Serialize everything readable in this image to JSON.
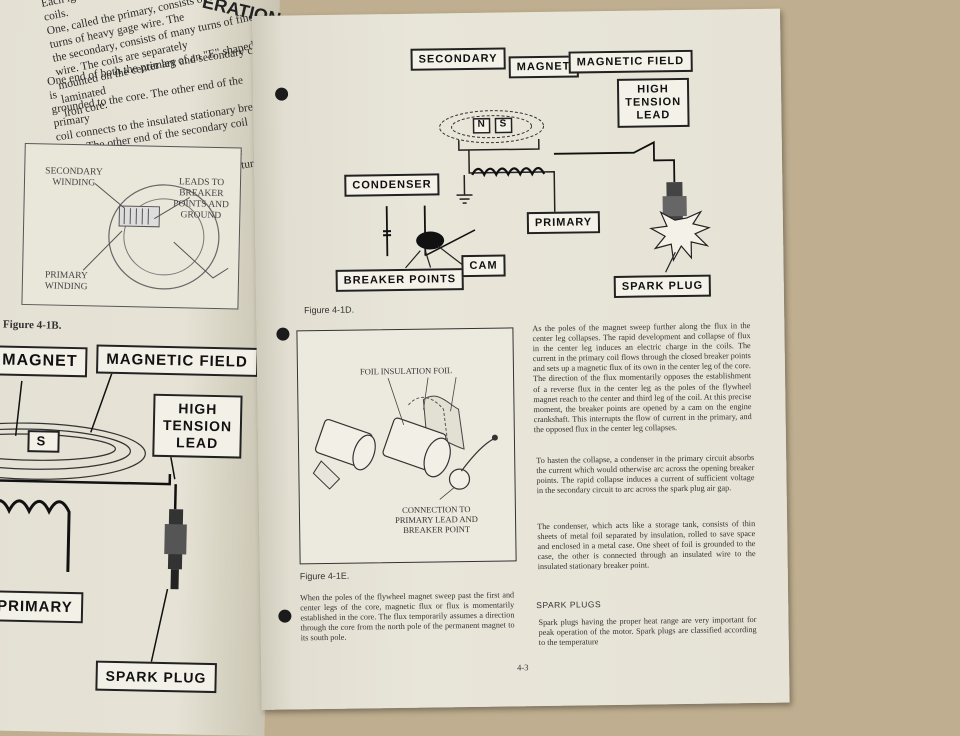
{
  "left_page": {
    "title": "ERATION",
    "text_top": "Each ignition coil actually consists of two coils.\nOne, called the primary, consists of a few\nturns of heavy gage wire. The\nthe secondary, consists of many turns of fine\nwire. The coils are separately\nmounted on the center leg of an \"E\" shaped laminated\niron core.",
    "text_mid": "One end of both the primary and secondary coils is\ngrounded to the core. The other end of the primary\ncoil connects to the insulated stationary breaker\npoint. The other end of the secondary coil connects\nto the spark plug. The coil core and one\nbreaker point are grounded to the armature plate.",
    "sketch_labels": {
      "secondary": "SECONDARY\nWINDING",
      "leads": "LEADS TO BREAKER\nPOINTS AND GROUND",
      "primary": "PRIMARY\nWINDING"
    },
    "figure_caption": "Figure 4-1B.",
    "labels": {
      "magnet": "MAGNET",
      "magnetic_field": "MAGNETIC FIELD",
      "high_tension_lead": "HIGH\nTENSION\nLEAD",
      "s": "S",
      "primary": "PRIMARY",
      "spark_plug": "SPARK PLUG"
    }
  },
  "right_page": {
    "labels": {
      "secondary": "SECONDARY",
      "magnet": "MAGNET",
      "magnetic_field": "MAGNETIC FIELD",
      "high_tension_lead": "HIGH\nTENSION\nLEAD",
      "condenser": "CONDENSER",
      "primary": "PRIMARY",
      "breaker_points": "BREAKER POINTS",
      "cam": "CAM",
      "spark_plug": "SPARK PLUG",
      "n": "N",
      "s": "S"
    },
    "figure_d_caption": "Figure 4-1D.",
    "figure_e_caption": "Figure 4-1E.",
    "figure_e_labels": {
      "foil_insulation_foil": "FOIL INSULATION FOIL",
      "connection": "CONNECTION TO\nPRIMARY LEAD AND\nBREAKER POINT"
    },
    "para_1": "As the poles of the magnet sweep further along the flux in the center leg collapses. The rapid development and collapse of flux in the center leg induces an electric charge in the coils. The current in the primary coil flows through the closed breaker points and sets up a magnetic flux of its own in the center leg of the core. The direction of the flux momentarily opposes the establishment of a reverse flux in the center leg as the poles of the flywheel magnet reach to the center and third leg of the coil. At this precise moment, the breaker points are opened by a cam on the engine crankshaft. This interrupts the flow of current in the primary, and the opposed flux in the center leg collapses.",
    "para_2": "To hasten the collapse, a condenser in the primary circuit absorbs the current which would otherwise arc across the opening breaker points. The rapid collapse induces a current of sufficient voltage in the secondary circuit to arc across the spark plug air gap.",
    "para_3": "The condenser, which acts like a storage tank, consists of thin sheets of metal foil separated by insulation, rolled to save space and enclosed in a metal case. One sheet of foil is grounded to the case, the other is connected through an insulated wire to the insulated stationary breaker point.",
    "para_bottom_left": "When the poles of the flywheel magnet sweep past the first and center legs of the core, magnetic flux or flux is momentarily established in the core. The flux temporarily assumes a direction through the core from the north pole of the permanent magnet to its south pole.",
    "section_heading": "SPARK PLUGS",
    "para_4": "Spark plugs having the proper heat range are very important for peak operation of the motor. Spark plugs are classified according to the temperature",
    "page_number": "4-3"
  }
}
